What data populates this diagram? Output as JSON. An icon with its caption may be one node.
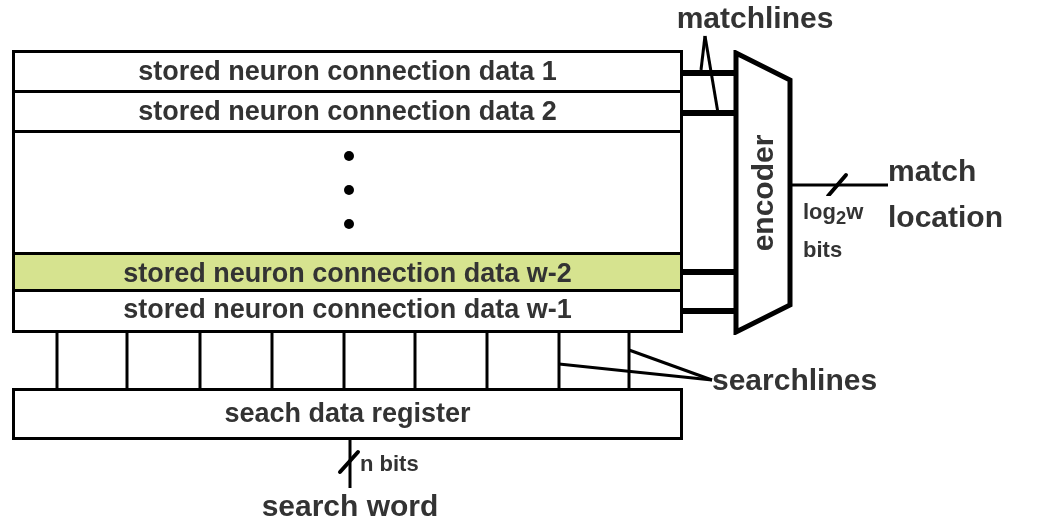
{
  "diagram": {
    "nodes": [
      {
        "text": [],
        "shape": "box"
      },
      {
        "text": [
          "stored neuron connection data 1"
        ],
        "in": 0
      },
      {
        "text": [
          "stored neuron connection data 2"
        ],
        "in": 0
      },
      {
        "text": [
          "stored neuron connection data w-2"
        ],
        "in": 0
      },
      {
        "text": [
          "stored neuron connection data w-1"
        ],
        "in": 0
      },
      {
        "text": [
          "encoder"
        ]
      },
      {
        "text": [
          "seach data register"
        ]
      },
      {
        "text": [
          "search word"
        ]
      },
      {
        "text": [
          "match location"
        ]
      },
      {
        "text": [
          "matchlines"
        ]
      },
      {
        "text": [
          "searchlines"
        ]
      }
    ],
    "edges": [
      {
        "from": 1,
        "to": 5,
        "arrow": "none",
        "style": "thick"
      },
      {
        "from": 2,
        "to": 5,
        "arrow": "none",
        "style": "thick"
      },
      {
        "from": 3,
        "to": 5,
        "arrow": "none",
        "style": "thick"
      },
      {
        "from": 4,
        "to": 5,
        "arrow": "none",
        "style": "thick"
      },
      {
        "from": 6,
        "to": 0,
        "arrow": "none"
      },
      {
        "from": 6,
        "to": 0,
        "arrow": "none"
      },
      {
        "from": 6,
        "to": 0,
        "arrow": "none"
      },
      {
        "from": 6,
        "to": 0,
        "arrow": "none"
      },
      {
        "from": 6,
        "to": 0,
        "arrow": "none"
      },
      {
        "from": 6,
        "to": 0,
        "arrow": "none"
      },
      {
        "from": 6,
        "to": 0,
        "arrow": "none"
      },
      {
        "from": 6,
        "to": 0,
        "arrow": "none"
      },
      {
        "from": 6,
        "to": 0,
        "arrow": "none"
      },
      {
        "from": 7,
        "to": 6,
        "arrow": "none",
        "label": "n bits"
      },
      {
        "from": 5,
        "to": 8,
        "arrow": "none",
        "label": "log$_{2}$w bits"
      },
      {
        "from": 9,
        "to": null,
        "arrow": "none"
      },
      {
        "from": 9,
        "to": null,
        "arrow": "none"
      },
      {
        "from": 10,
        "to": null,
        "arrow": "none"
      },
      {
        "from": 10,
        "to": null,
        "arrow": "none"
      }
    ]
  }
}
